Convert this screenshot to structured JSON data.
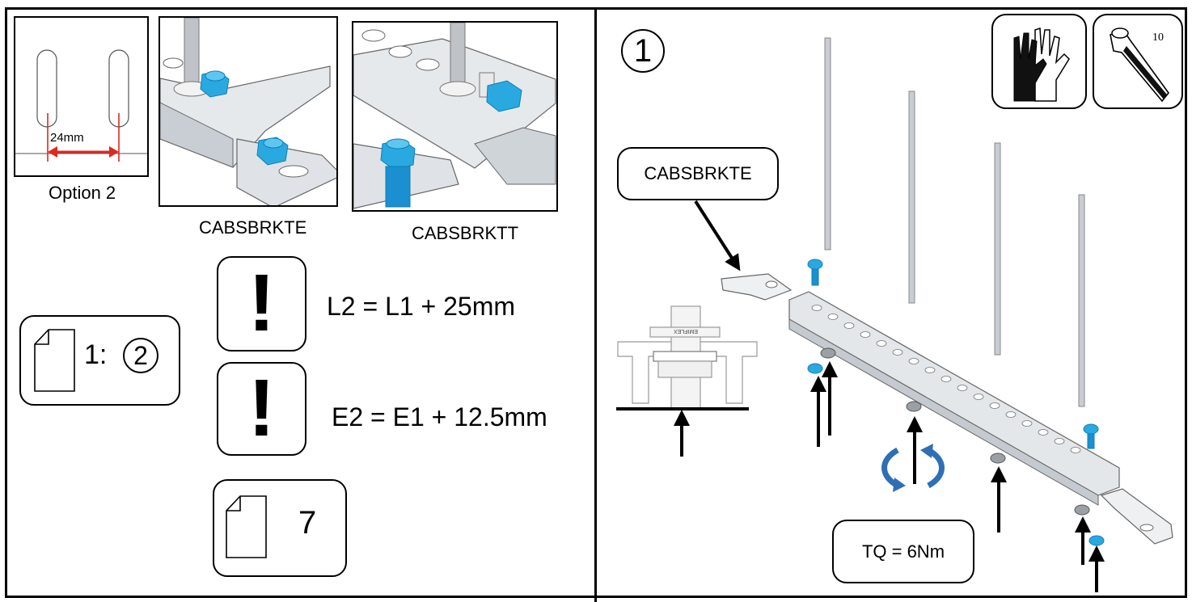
{
  "left_panel": {
    "option_box": {
      "dimension": "24mm",
      "caption": "Option 2"
    },
    "bracket_images": [
      {
        "part_code": "CABSBRKTE"
      },
      {
        "part_code": "CABSBRKTT"
      }
    ],
    "page_ref": {
      "prefix": "1:",
      "step_number": "2"
    },
    "warnings": [
      {
        "symbol": "!",
        "formula": "L2 = L1 + 25mm"
      },
      {
        "symbol": "!",
        "formula": "E2 = E1 + 12.5mm"
      }
    ],
    "doc_ref": {
      "page": "7"
    }
  },
  "right_panel": {
    "step_number": "1",
    "tool_icons": [
      {
        "icon": "gloves-icon"
      },
      {
        "icon": "hex-key-icon",
        "size": "10"
      }
    ],
    "callout_label": "CABSBRKTE",
    "torque_label": "TQ = 6Nm",
    "washer_text": "EMIFLEX"
  },
  "colors": {
    "line": "#000000",
    "bolt": "#2aa9e0",
    "bolt_dark": "#0d7fb8",
    "metal": "#d9dde2",
    "rotation_arrow": "#2f6fb5"
  }
}
